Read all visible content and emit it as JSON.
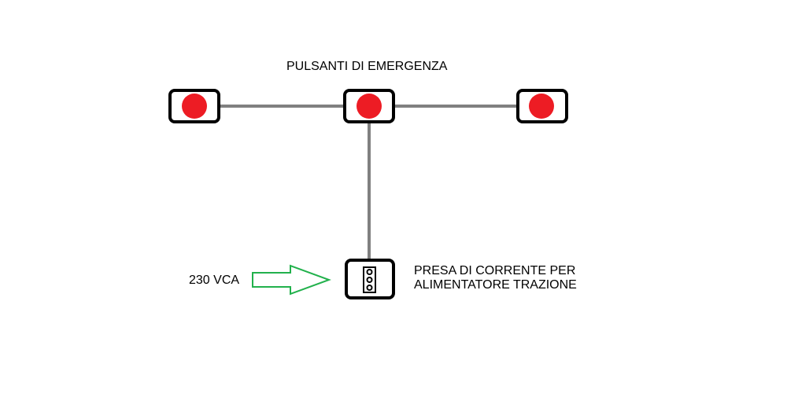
{
  "diagram": {
    "title": "PULSANTI DI EMERGENZA",
    "socket_label_line1": "PRESA DI CORRENTE PER",
    "socket_label_line2": "ALIMENTATORE TRAZIONE",
    "voltage_label": "230 VCA",
    "buttons": [
      {
        "name": "emergency-button-left",
        "icon": "red-push-button"
      },
      {
        "name": "emergency-button-center",
        "icon": "red-push-button"
      },
      {
        "name": "emergency-button-right",
        "icon": "red-push-button"
      }
    ],
    "socket": {
      "name": "power-socket",
      "icon": "electrical-outlet-icon"
    },
    "arrow": {
      "name": "power-input-arrow",
      "icon": "outline-arrow-right"
    },
    "colors": {
      "wire": "#808080",
      "button_red": "#ed1c24",
      "outline": "#000000",
      "arrow_green": "#22b14c",
      "background": "#ffffff"
    }
  }
}
